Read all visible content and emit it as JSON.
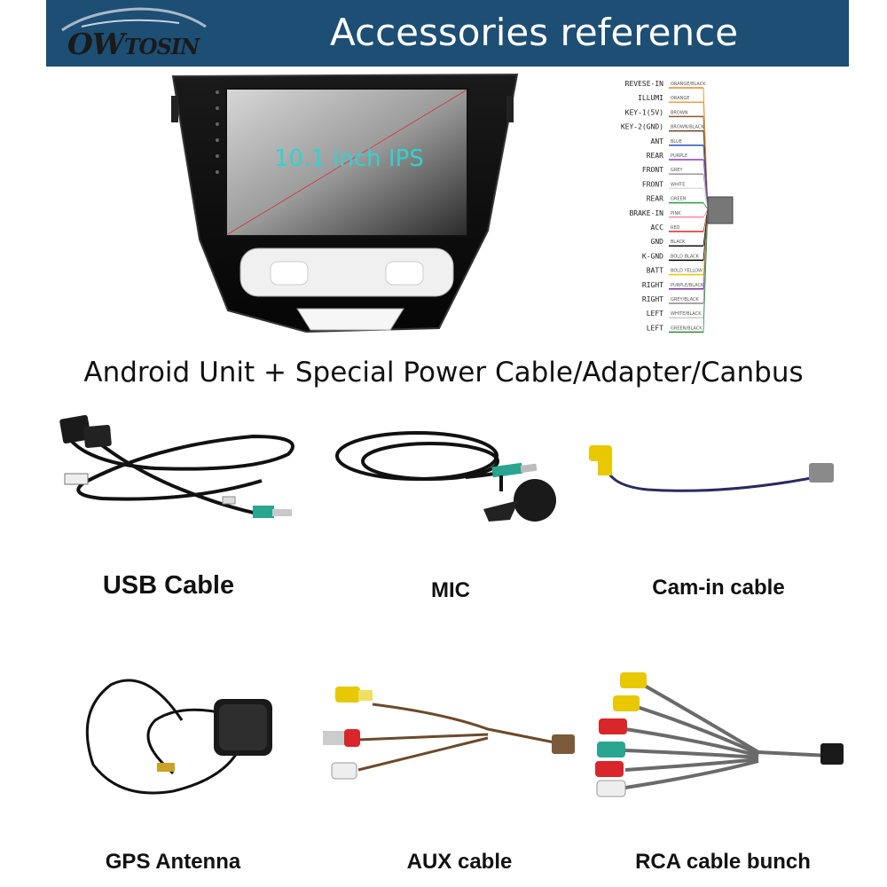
{
  "header": {
    "brand_ow": "OW",
    "brand_tosin": "TOSIN",
    "title": "Accessories reference"
  },
  "unit": {
    "screen_label": "10.1 inch IPS"
  },
  "wiring": {
    "pins": [
      {
        "label": "REVESE-IN",
        "color_name": "ORANGE/BLACK",
        "color": "#e28a2c"
      },
      {
        "label": "ILLUMI",
        "color_name": "ORANGE",
        "color": "#f0a040"
      },
      {
        "label": "KEY-1(5V)",
        "color_name": "BROWN",
        "color": "#8a5a2b"
      },
      {
        "label": "KEY-2(GND)",
        "color_name": "BROWN/BLACK",
        "color": "#6b4424"
      },
      {
        "label": "ANT",
        "color_name": "BLUE",
        "color": "#2a52be"
      },
      {
        "label": "REAR",
        "color_name": "PURPLE",
        "color": "#8a3fb5"
      },
      {
        "label": "FRONT",
        "color_name": "GREY",
        "color": "#9a9a9a"
      },
      {
        "label": "FRONT",
        "color_name": "WHITE",
        "color": "#dddddd"
      },
      {
        "label": "REAR",
        "color_name": "GREEN",
        "color": "#2e9b4a"
      },
      {
        "label": "BRAKE-IN",
        "color_name": "PINK",
        "color": "#f08cb0"
      },
      {
        "label": "ACC",
        "color_name": "RED",
        "color": "#d8262b"
      },
      {
        "label": "GND",
        "color_name": "BLACK",
        "color": "#111111"
      },
      {
        "label": "K-GND",
        "color_name": "BOLD BLACK",
        "color": "#000000"
      },
      {
        "label": "BATT",
        "color_name": "BOLD YELLOW",
        "color": "#e8c800"
      },
      {
        "label": "RIGHT",
        "color_name": "PURPLE/BLACK",
        "color": "#7a2fa5"
      },
      {
        "label": "RIGHT",
        "color_name": "GREY/BLACK",
        "color": "#888888"
      },
      {
        "label": "LEFT",
        "color_name": "WHITE/BLACK",
        "color": "#cccccc"
      },
      {
        "label": "LEFT",
        "color_name": "GREEN/BLACK",
        "color": "#2e8b40"
      }
    ]
  },
  "headline": "Android Unit + Special Power Cable/Adapter/Canbus",
  "accessories": {
    "usb": "USB Cable",
    "mic": "MIC",
    "cam": "Cam-in cable",
    "gps": "GPS Antenna",
    "aux": "AUX cable",
    "rca": "RCA cable bunch"
  }
}
